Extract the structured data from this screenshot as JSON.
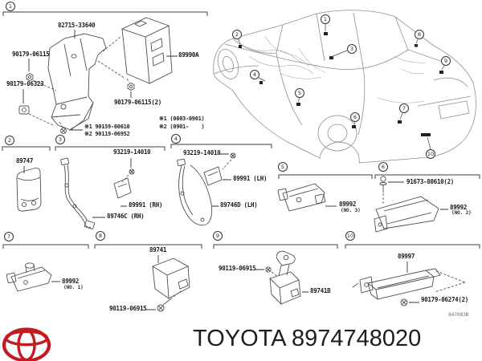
{
  "page": {
    "type": "toyota-parts-diagram",
    "colors": {
      "brand_red": "#c41a20",
      "ink": "#1c1c1c",
      "line_dark": "#3f3f3f",
      "line_light": "#909090"
    }
  },
  "markers": {
    "m1": "1",
    "m2": "2",
    "m3": "3",
    "m4": "4",
    "m5": "5",
    "m6": "6",
    "m7": "7",
    "m8": "8",
    "m9": "9",
    "m10": "10"
  },
  "labels": {
    "s1_bracket": "82715-33640",
    "s1_nut_a": "90179-06115",
    "s1_clip": "90179-06323",
    "s1_module": "89990A",
    "s1_nut_b": "90179-06115(2)",
    "s1_note_screw1": "※1 90159-60610",
    "s1_note_screw2": "※2 90119-06952",
    "s1_note_range1": "※1 (0603-0901)",
    "s1_note_range2": "※2 (0901-    )",
    "s2_sensor": "89747",
    "s3_screw": "93219-14010",
    "s3_sensor": "89991 (RH)",
    "s3_harness": "89746C (RH)",
    "s4_screw": "93219-14010",
    "s4_sensor": "89991 (LH)",
    "s4_harness": "89746D (LH)",
    "s5_sensor": "89992",
    "s5_sensor_no": "(NO. 3)",
    "s6_bolt": "91673-80610(2)",
    "s6_sensor": "89992",
    "s6_sensor_no": "(NO. 2)",
    "s7_sensor": "89992",
    "s7_sensor_no": "(NO. 1)",
    "s8_computer": "89741",
    "s8_bolt": "90119-06915",
    "s9_bolt": "90119-06915",
    "s9_computer": "89741B",
    "s10_sensor": "89997",
    "s10_screw": "90179-06274(2)",
    "diagram_code": "847683B"
  },
  "footer": {
    "label": "TOYOTA 8974748020"
  }
}
